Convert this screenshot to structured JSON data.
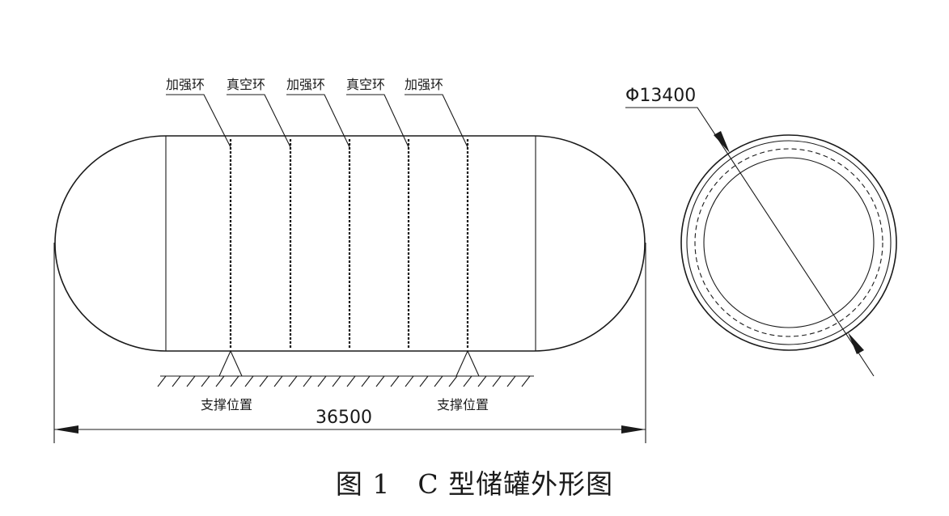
{
  "labels": {
    "ring_1": "加强环",
    "ring_2": "真空环",
    "ring_3": "加强环",
    "ring_4": "真空环",
    "ring_5": "加强环",
    "support_left": "支撑位置",
    "support_right": "支撑位置"
  },
  "dimensions": {
    "length": "36500",
    "diameter": "Φ13400"
  },
  "caption": "图 1　C 型储罐外形图"
}
